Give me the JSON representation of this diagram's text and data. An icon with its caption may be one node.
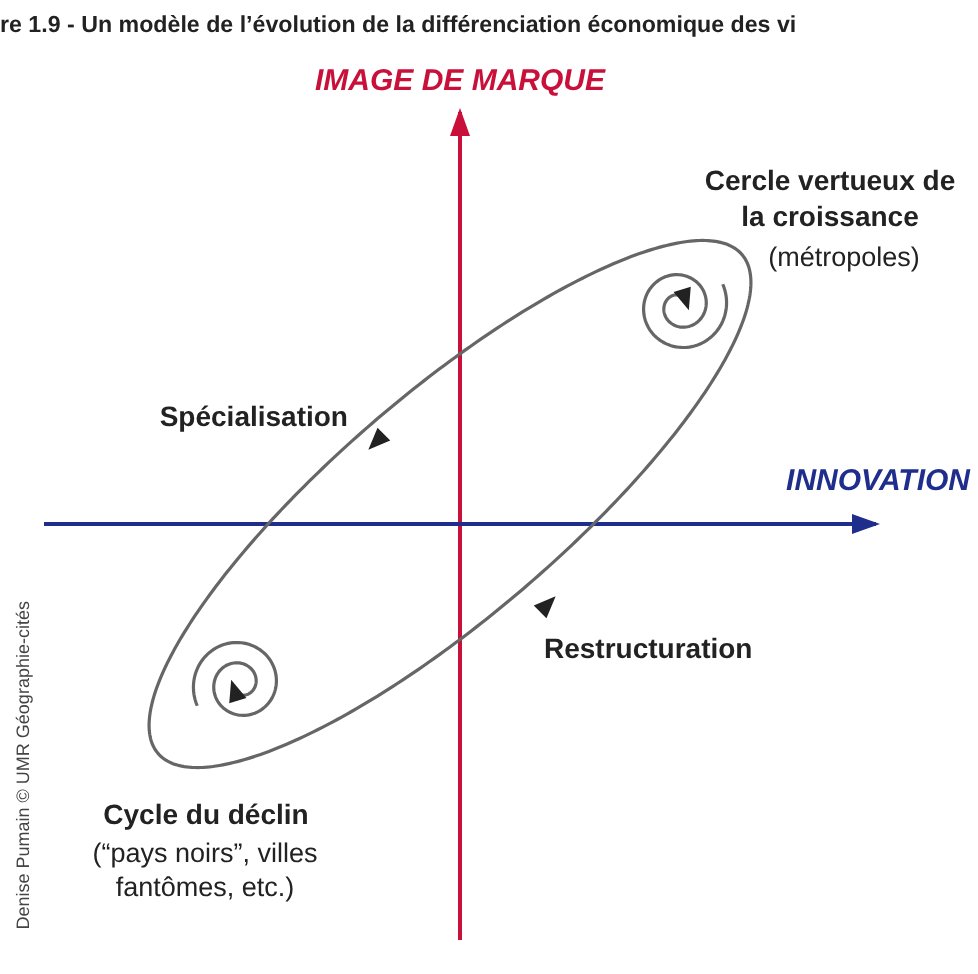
{
  "diagram": {
    "title": "re 1.9 - Un modèle de l’évolution de la différenciation économique des vi",
    "labels": [
      "IMAGE DE MARQUE",
      "Cercle vertueux de la croissance",
      "(métropoles)",
      "Spécialisation",
      "INNOVATION",
      "Restructuration",
      "Cycle du déclin",
      "(“pays noirs”, villes fantômes, etc.)",
      "Denise Pumain © UMR Géographie-cités"
    ]
  }
}
